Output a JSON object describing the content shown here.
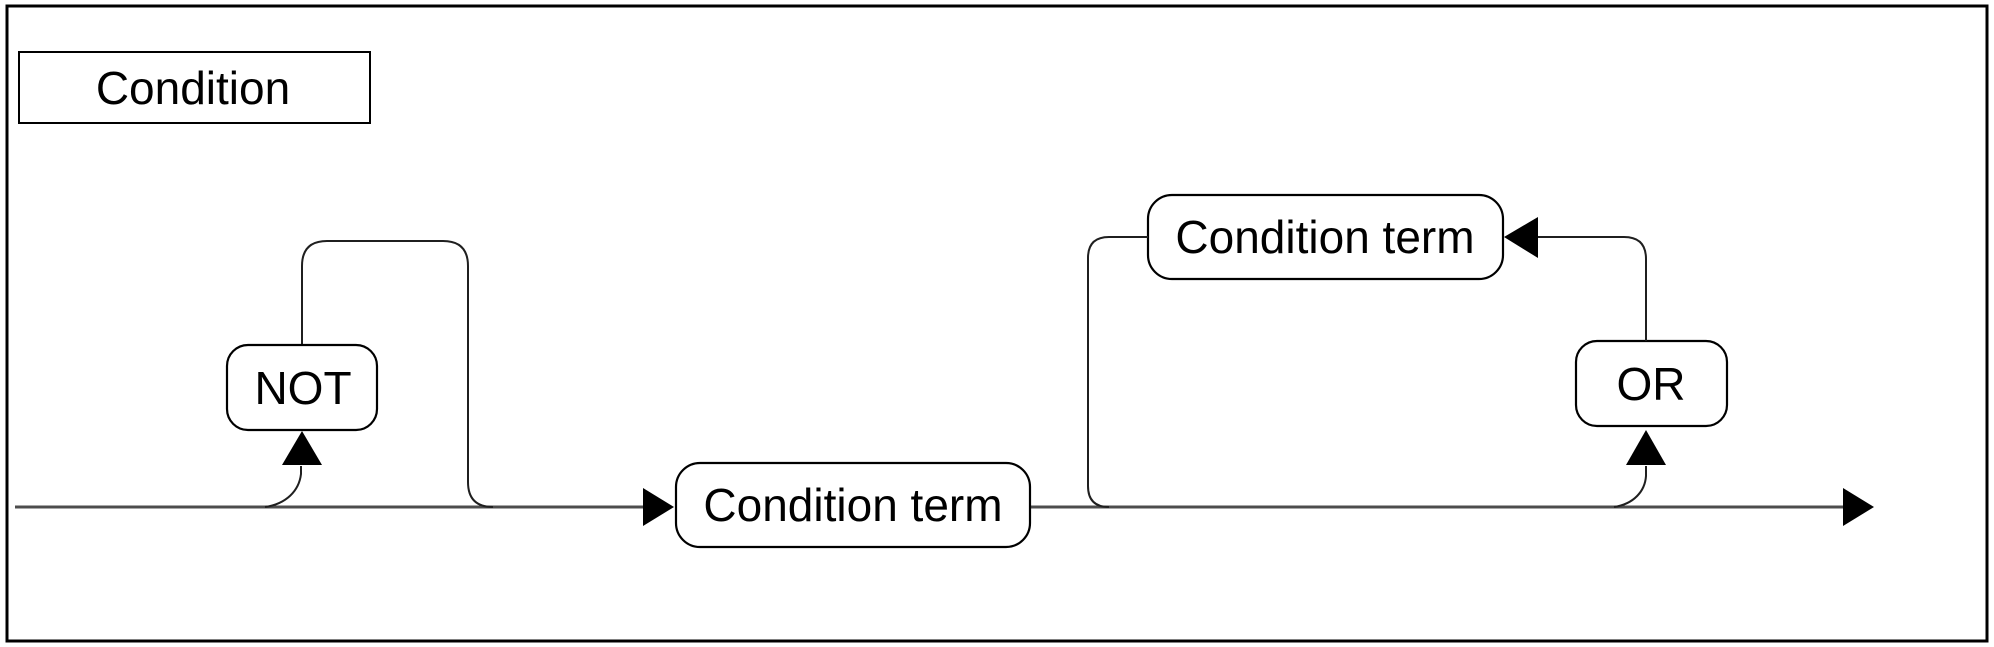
{
  "diagram": {
    "type": "railroad-syntax-diagram",
    "title": "Condition",
    "nodes": {
      "not_label": "NOT",
      "first_term_label": "Condition term",
      "repeat_term_label": "Condition term",
      "or_label": "OR"
    },
    "icons": {
      "arrowhead_right": "filled-right-pointing-triangle",
      "arrowhead_up": "filled-up-pointing-triangle",
      "arrowhead_left": "filled-left-pointing-triangle"
    },
    "colors": {
      "background": "#ffffff",
      "frame_border": "#000000",
      "main_line": "#4d4d4d",
      "loop_line": "#1f1f1f",
      "box_border": "#000000",
      "arrowhead": "#000000",
      "text": "#000000"
    }
  }
}
